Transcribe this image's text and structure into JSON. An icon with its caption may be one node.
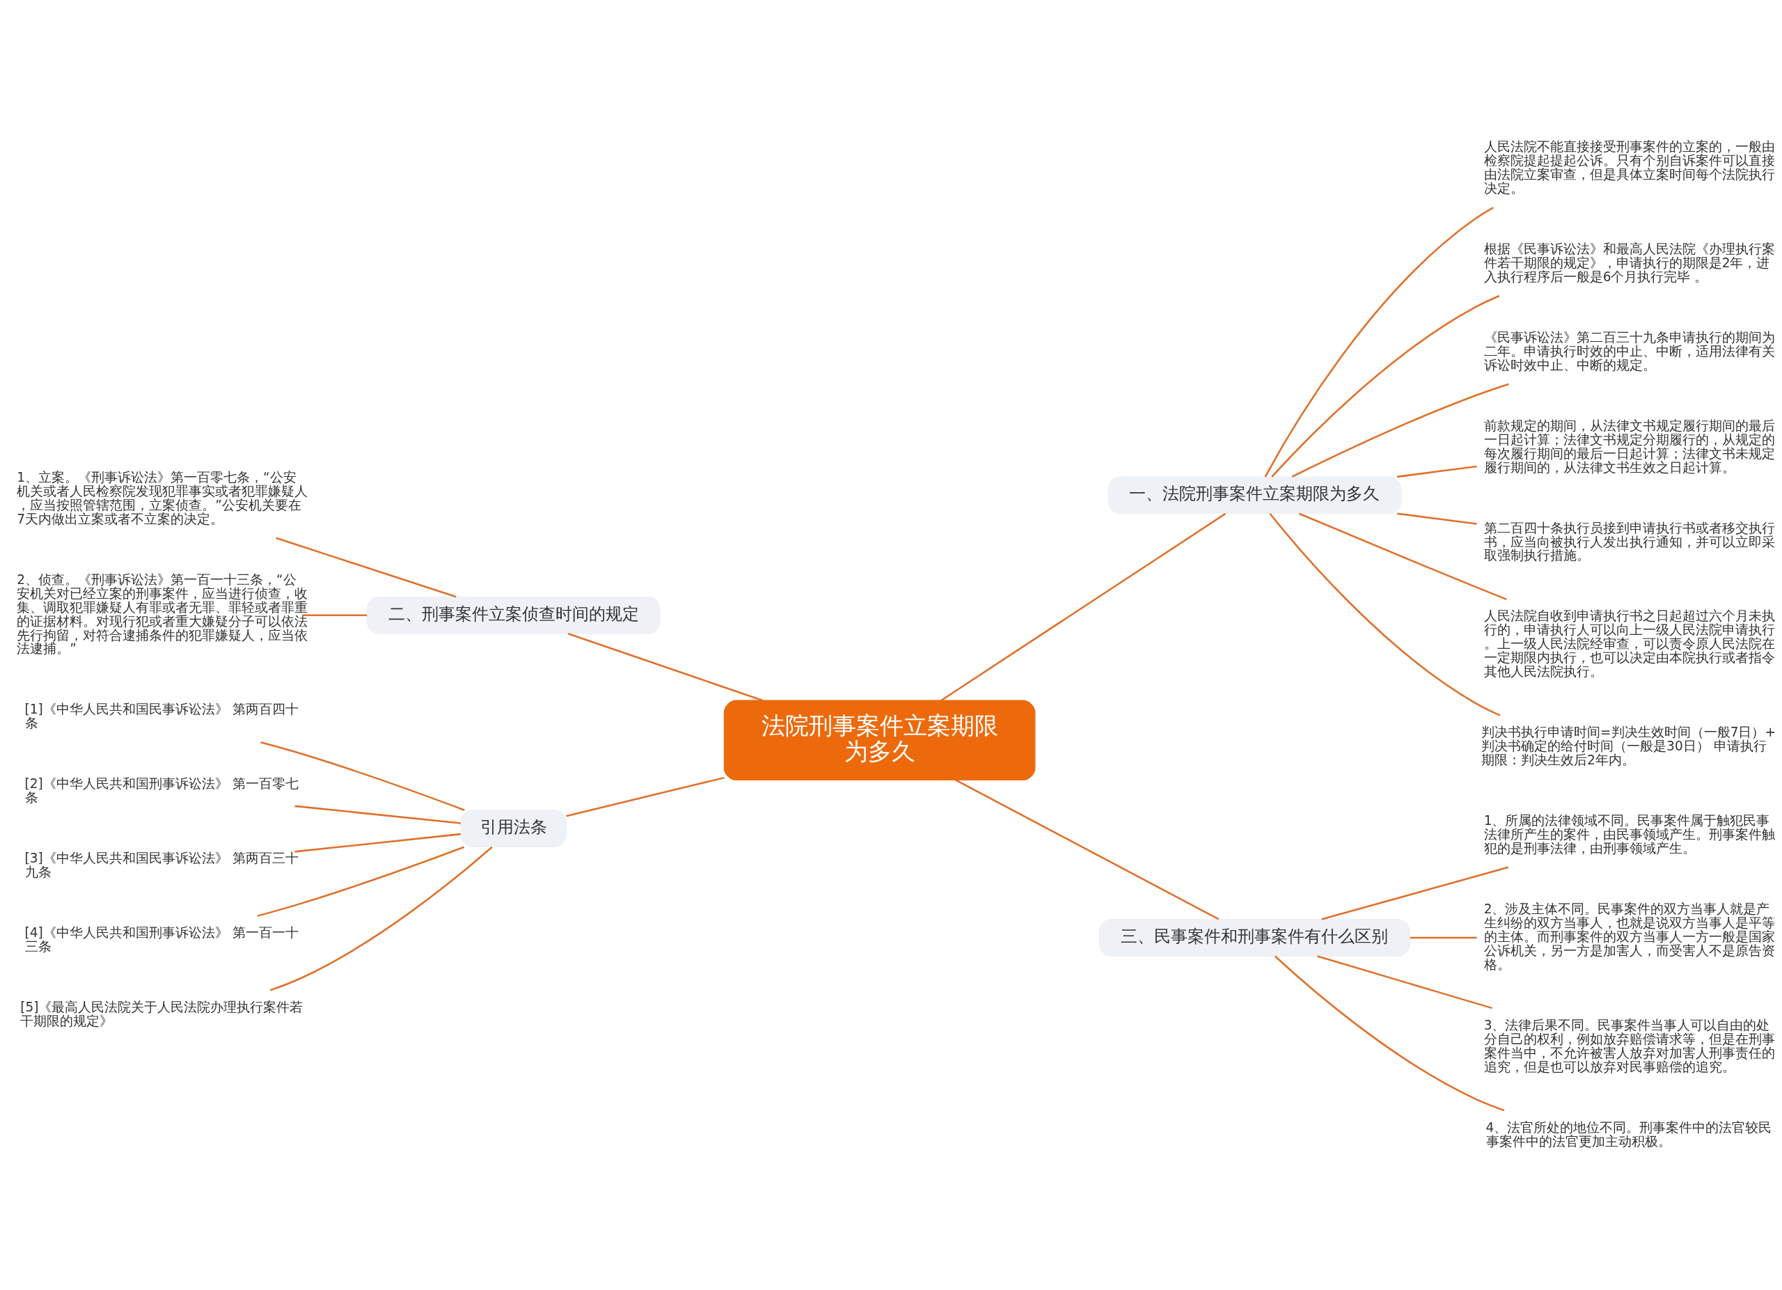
{
  "diagram": {
    "nodes": [
      {
        "text": [
          "法院刑事案件立案期限为多久"
        ]
      },
      {
        "text": [
          "一、法院刑事案件立案期限为多久"
        ]
      },
      {
        "text": [
          "人民法院不能直接接受刑事案件的立案的，一般由检察院提起提起公诉。只有个别自诉案件可以直接由法院立案审查，但是具体立案时间每个法院执行决定。"
        ]
      },
      {
        "text": [
          "根据《民事诉讼法》和最高人民法院《办理执行案件若干期限的规定》，申请执行的期限是2年，进入执行程序后一般是6个月执行完毕 。"
        ]
      },
      {
        "text": [
          "《民事诉讼法》第二百三十九条申请执行的期间为二年。申请执行时效的中止、中断，适用法律有关诉讼时效中止、中断的规定。"
        ]
      },
      {
        "text": [
          "前款规定的期间，从法律文书规定履行期间的最后一日起计算；法律文书规定分期履行的，从规定的每次履行期间的最后一日起计算；法律文书未规定履行期间的，从法律文书生效之日起计算。"
        ]
      },
      {
        "text": [
          "第二百四十条执行员接到申请执行书或者移交执行书，应当向被执行人发出执行通知，并可以立即采取强制执行措施。"
        ]
      },
      {
        "text": [
          "人民法院自收到申请执行书之日起超过六个月未执行的，申请执行人可以向上一级人民法院申请执行。上一级人民法院经审查，可以责令原人民法院在一定期限内执行，也可以决定由本院执行或者指令其他人民法院执行。"
        ]
      },
      {
        "text": [
          "判决书执行申请时间=判决生效时间（一般7日）+判决书确定的给付时间（一般是30日） 申请执行期限：判决生效后2年内。"
        ]
      },
      {
        "text": [
          "二、刑事案件立案侦查时间的规定"
        ]
      },
      {
        "text": [
          "1、立案。《刑事诉讼法》第一百零七条，“公安机关或者人民检察院发现犯罪事实或者犯罪嫌疑人，应当按照管辖范围，立案侦查。”公安机关要在7天内做出立案或者不立案的决定。"
        ]
      },
      {
        "text": [
          "2、侦查。《刑事诉讼法》第一百一十三条，“公安机关对已经立案的刑事案件，应当进行侦查，收集、调取犯罪嫌疑人有罪或者无罪、罪轻或者罪重的证据材料。对现行犯或者重大嫌疑分子可以依法先行拘留，对符合逮捕条件的犯罪嫌疑人，应当依法逮捕。”"
        ]
      },
      {
        "text": [
          "引用法条"
        ]
      },
      {
        "text": [
          "[1]《中华人民共和国民事诉讼法》 第两百四十条"
        ]
      },
      {
        "text": [
          "[2]《中华人民共和国刑事诉讼法》 第一百零七条"
        ]
      },
      {
        "text": [
          "[3]《中华人民共和国民事诉讼法》 第两百三十九条"
        ]
      },
      {
        "text": [
          "[4]《中华人民共和国刑事诉讼法》 第一百一十三条"
        ]
      },
      {
        "text": [
          "[5]《最高人民法院关于人民法院办理执行案件若干期限的规定》"
        ]
      },
      {
        "text": [
          "三、民事案件和刑事案件有什么区别"
        ]
      },
      {
        "text": [
          "1、所属的法律领域不同。民事案件属于触犯民事法律所产生的案件，由民事领域产生。刑事案件触犯的是刑事法律，由刑事领域产生。"
        ]
      },
      {
        "text": [
          "2、涉及主体不同。民事案件的双方当事人就是产生纠纷的双方当事人，也就是说双方当事人是平等的主体。而刑事案件的双方当事人一方一般是国家公诉机关，另一方是加害人，而受害人不是原告资格。"
        ]
      },
      {
        "text": [
          "3、法律后果不同。民事案件当事人可以自由的处分自己的权利，例如放弃赔偿请求等，但是在刑事案件当中，不允许被害人放弃对加害人刑事责任的追究，但是也可以放弃对民事赔偿的追究。"
        ]
      },
      {
        "text": [
          "4、法官所处的地位不同。刑事案件中的法官较民事案件中的法官更加主动积极。"
        ]
      }
    ],
    "edges": [
      {
        "from": 0,
        "to": 1,
        "arrow": "none"
      },
      {
        "from": 1,
        "to": 2,
        "arrow": "none"
      },
      {
        "from": 1,
        "to": 3,
        "arrow": "none"
      },
      {
        "from": 1,
        "to": 4,
        "arrow": "none"
      },
      {
        "from": 1,
        "to": 5,
        "arrow": "none"
      },
      {
        "from": 1,
        "to": 6,
        "arrow": "none"
      },
      {
        "from": 1,
        "to": 7,
        "arrow": "none"
      },
      {
        "from": 1,
        "to": 8,
        "arrow": "none"
      },
      {
        "from": 0,
        "to": 9,
        "arrow": "none"
      },
      {
        "from": 9,
        "to": 10,
        "arrow": "none"
      },
      {
        "from": 9,
        "to": 11,
        "arrow": "none"
      },
      {
        "from": 0,
        "to": 12,
        "arrow": "none"
      },
      {
        "from": 12,
        "to": 13,
        "arrow": "none"
      },
      {
        "from": 12,
        "to": 14,
        "arrow": "none"
      },
      {
        "from": 12,
        "to": 15,
        "arrow": "none"
      },
      {
        "from": 12,
        "to": 16,
        "arrow": "none"
      },
      {
        "from": 12,
        "to": 17,
        "arrow": "none"
      },
      {
        "from": 0,
        "to": 18,
        "arrow": "none"
      },
      {
        "from": 18,
        "to": 19,
        "arrow": "none"
      },
      {
        "from": 18,
        "to": 20,
        "arrow": "none"
      },
      {
        "from": 18,
        "to": 21,
        "arrow": "none"
      },
      {
        "from": 18,
        "to": 22,
        "arrow": "none"
      }
    ]
  }
}
